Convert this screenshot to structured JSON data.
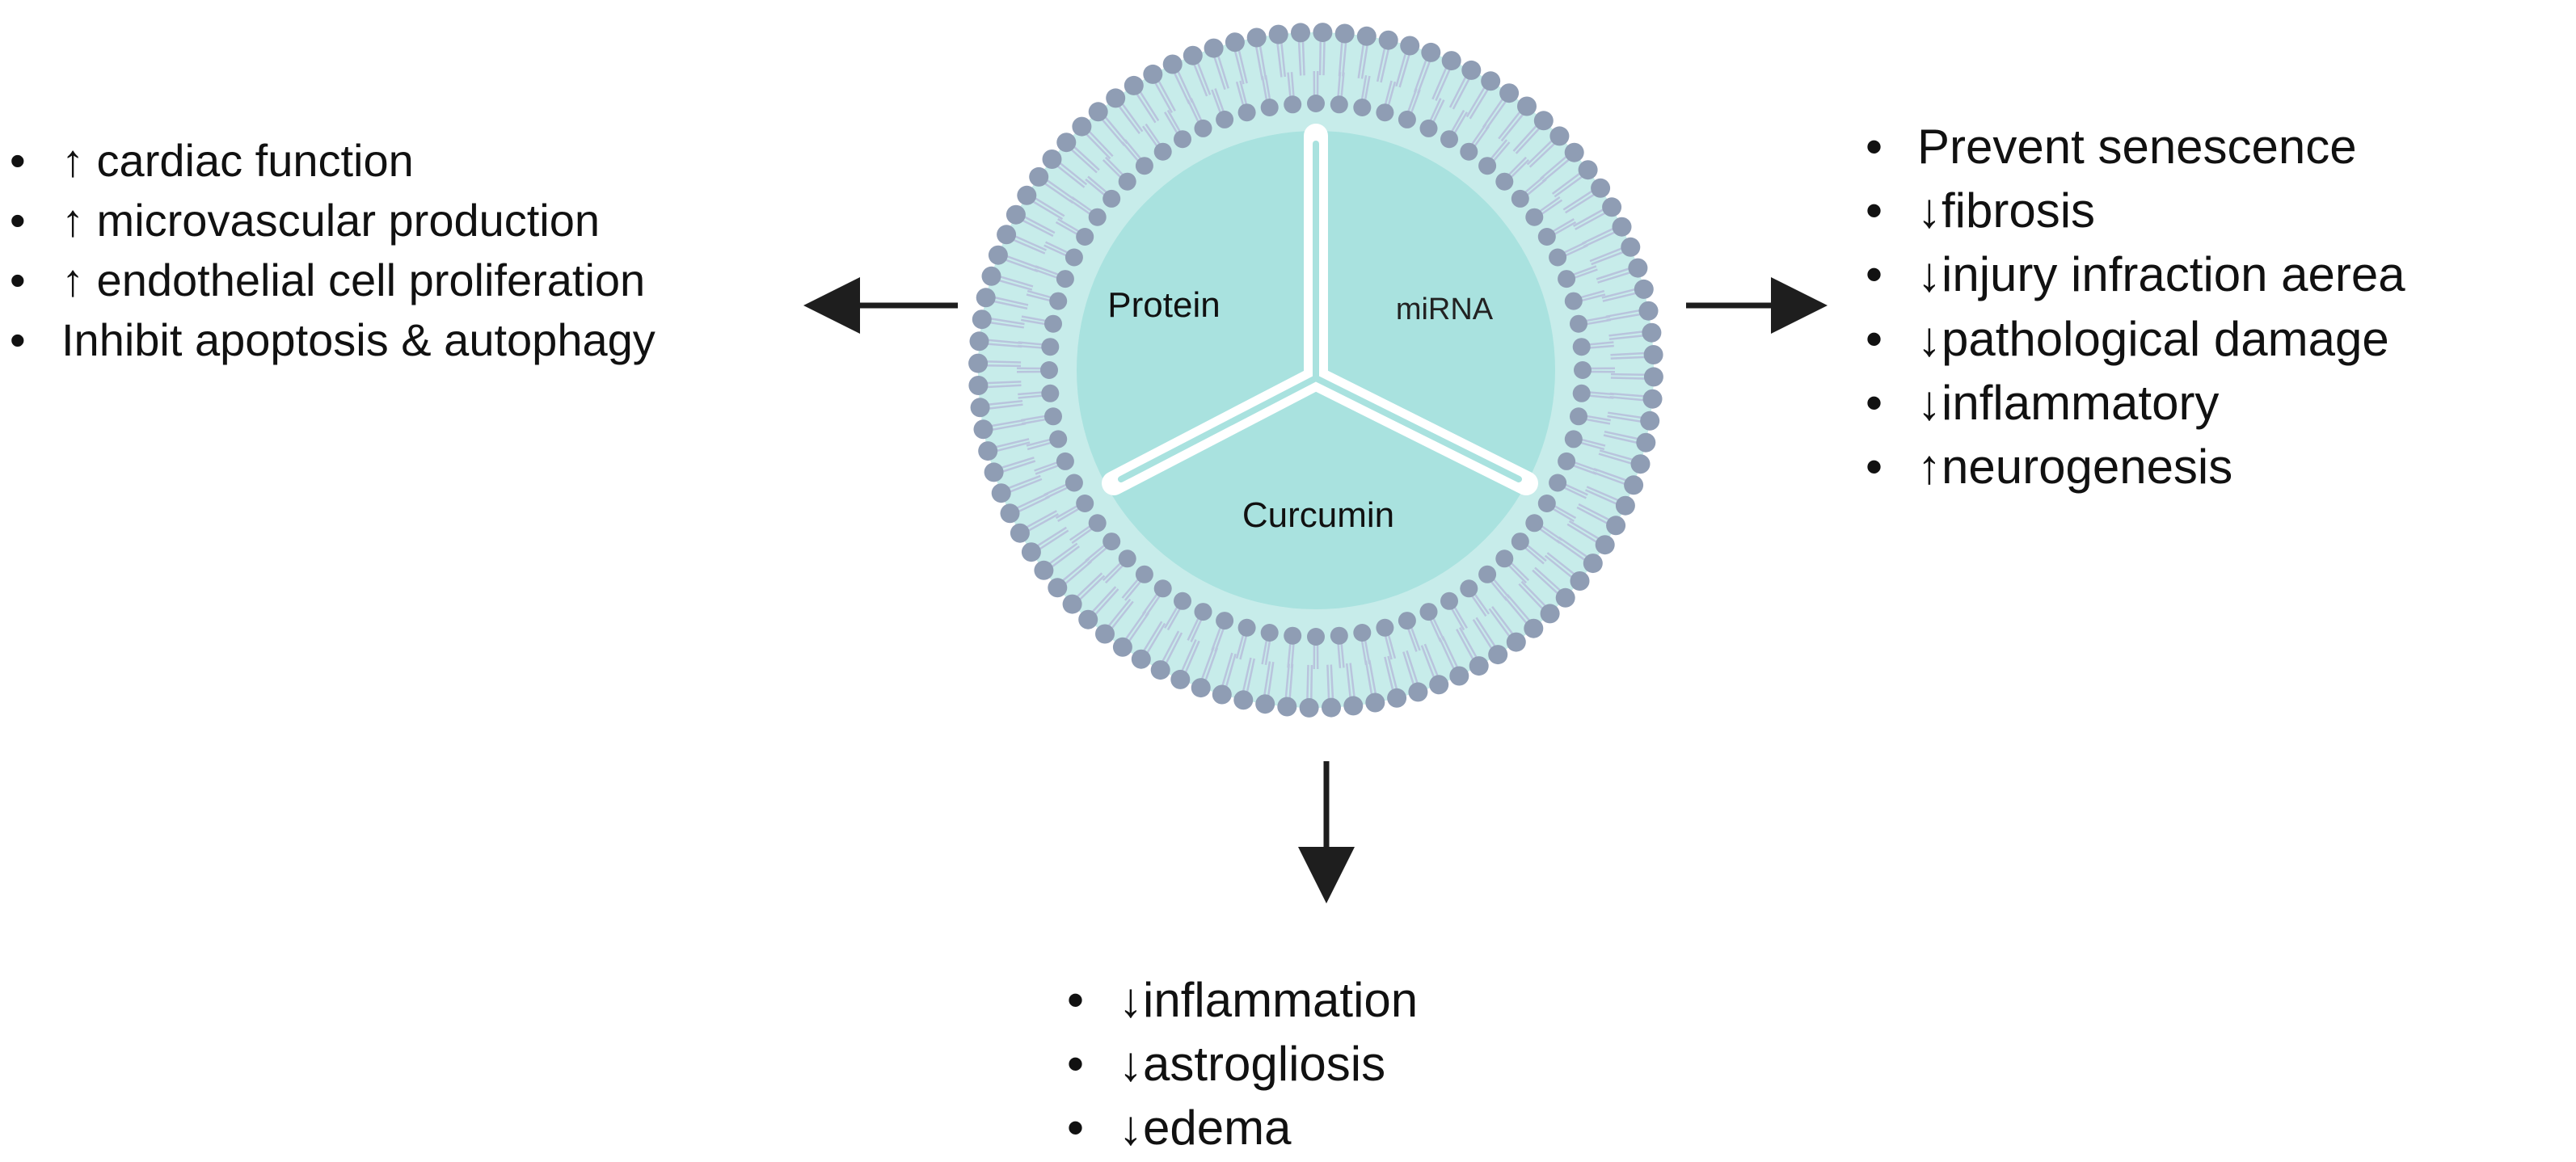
{
  "exosome": {
    "cargo": {
      "protein": "Protein",
      "mirna": "miRNA",
      "curcumin": "Curcumin"
    },
    "colors": {
      "lumen": "#a9e2df",
      "membrane_band": "#c7ecea",
      "lipid_head": "#8f9db4",
      "lipid_tail": "#b9c4dd",
      "divider": "#ffffff",
      "arrow": "#1e1e1e"
    }
  },
  "effects_left": {
    "items": [
      "↑ cardiac function",
      "↑ microvascular production",
      "↑ endothelial cell proliferation",
      "Inhibit apoptosis & autophagy"
    ]
  },
  "effects_right": {
    "items": [
      "Prevent senescence",
      "↓fibrosis",
      "↓injury infraction aerea",
      "↓pathological damage",
      "↓inflammatory",
      "↑neurogenesis"
    ]
  },
  "effects_bottom": {
    "items": [
      "↓inflammation",
      "↓astrogliosis",
      "↓edema"
    ]
  }
}
